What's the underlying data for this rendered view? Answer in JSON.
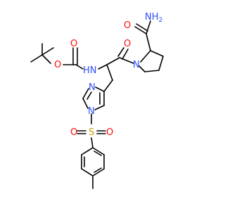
{
  "molecule": {
    "labels": {
      "amide_nh2": "NH",
      "amide_nh2_sub": "2",
      "amide_o": "O",
      "boc_o_ester": "O",
      "boc_o_carbonyl": "O",
      "boc_nh": "HN",
      "prolyl_o": "O",
      "proline_n": "N",
      "imid_n3": "N",
      "imid_n1": "N",
      "s": "S",
      "so_left": "O",
      "so_right": "O"
    },
    "colors": {
      "bond": "#000000",
      "oxygen": "#ff0d0d",
      "nitrogen": "#3050f8",
      "sulfur": "#c8a000",
      "background": "#ffffff"
    }
  }
}
